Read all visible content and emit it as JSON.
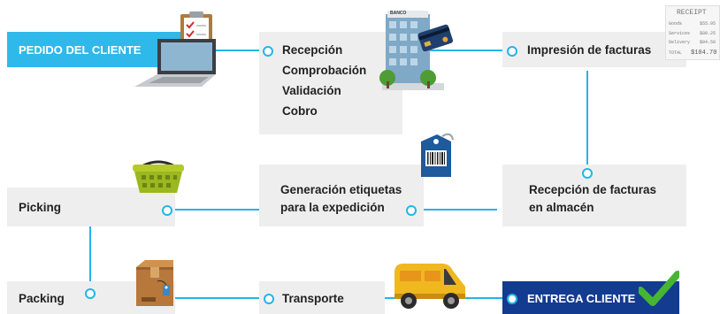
{
  "colors": {
    "accent": "#21b6e8",
    "start_box": "#2fb8ea",
    "end_box": "#133b8f",
    "box": "#eeeeee",
    "check": "#46b534"
  },
  "steps": {
    "pedido": "PEDIDO DEL CLIENTE",
    "recepcion_lines": [
      "Recepción",
      "Comprobación",
      "Validación",
      "Cobro"
    ],
    "impresion": "Impresión de facturas",
    "recepcion_facturas": [
      "Recepción de facturas",
      "en almacén"
    ],
    "etiquetas": [
      "Generación etiquetas",
      "para la expedición"
    ],
    "picking": "Picking",
    "packing": "Packing",
    "transporte": "Transporte",
    "entrega": "ENTREGA CLIENTE"
  },
  "icons": {
    "clipboard": "clipboard-checklist-icon",
    "laptop": "laptop-icon",
    "bank": "bank-building-icon",
    "card": "credit-card-icon",
    "receipt": "receipt-icon",
    "tag": "barcode-tag-icon",
    "basket": "shopping-basket-icon",
    "box": "cardboard-box-icon",
    "van": "delivery-van-icon",
    "check": "checkmark-icon"
  },
  "receipt": {
    "title": "RECEIPT",
    "rows": [
      {
        "label": "Goods",
        "value": "$55.95"
      },
      {
        "label": "Services",
        "value": "$80.25"
      },
      {
        "label": "Delivery",
        "value": "$04.50"
      }
    ],
    "total_label": "TOTAL",
    "total_value": "$104.70"
  },
  "bank_sign": "BANCO"
}
